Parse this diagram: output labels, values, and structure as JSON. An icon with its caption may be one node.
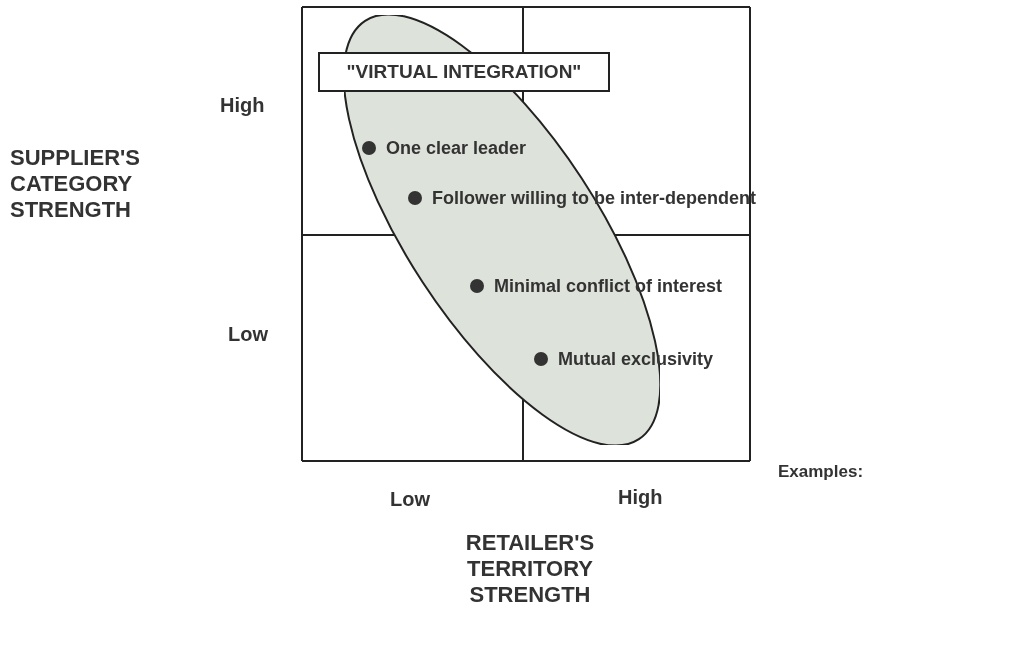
{
  "diagram": {
    "nodes": [
      {
        "text": [
          "One clear leader",
          "Follower willing to be inter-dependent",
          "Minimal conflict of interest",
          "Mutual exclusivity"
        ]
      },
      {
        "text": [
          "\"VIRTUAL INTEGRATION\""
        ]
      }
    ],
    "edges": [],
    "labels": [
      "High",
      "SUPPLIER'S CATEGORY STRENGTH",
      "Low",
      "Low",
      "High",
      "RETAILER'S TERRITORY STRENGTH",
      "Examples:"
    ]
  }
}
